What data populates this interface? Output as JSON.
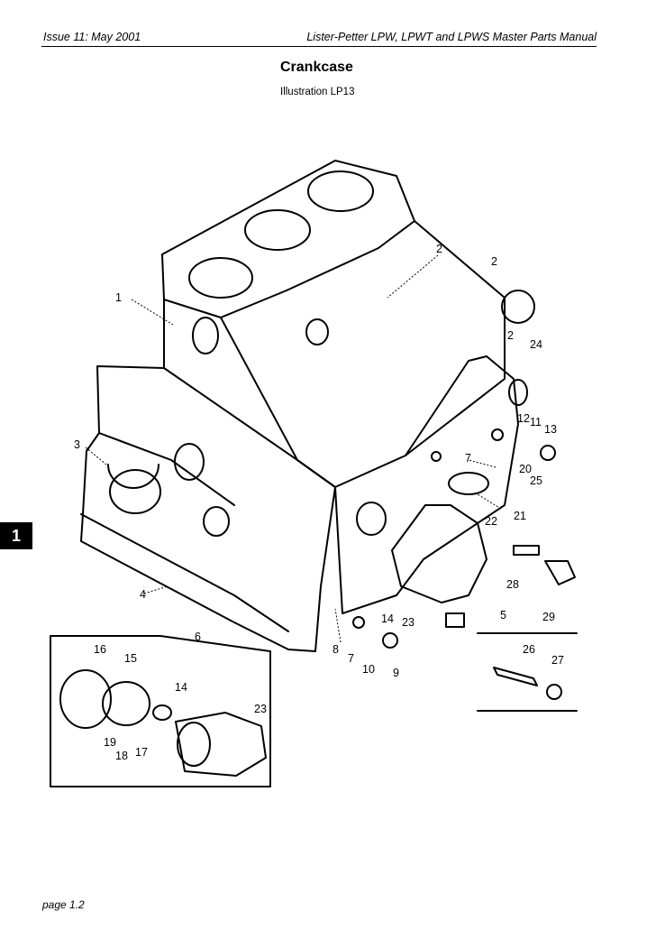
{
  "header": {
    "issue": "Issue 11: May 2001",
    "manual_title": "Lister-Petter LPW, LPWT and LPWS Master Parts Manual"
  },
  "section": {
    "title": "Crankcase",
    "illustration": "Illustration LP13"
  },
  "side_tab": "1",
  "footer": {
    "page": "page 1.2"
  },
  "diagram": {
    "callouts": [
      "1",
      "2",
      "2",
      "2",
      "24",
      "3",
      "12",
      "11",
      "13",
      "7",
      "20",
      "25",
      "21",
      "22",
      "28",
      "29",
      "5",
      "4",
      "6",
      "14",
      "23",
      "8",
      "7",
      "10",
      "9"
    ],
    "inset_left_callouts": [
      "16",
      "15",
      "14",
      "23",
      "19",
      "18",
      "17"
    ],
    "inset_right_callouts": [
      "26",
      "27"
    ]
  }
}
